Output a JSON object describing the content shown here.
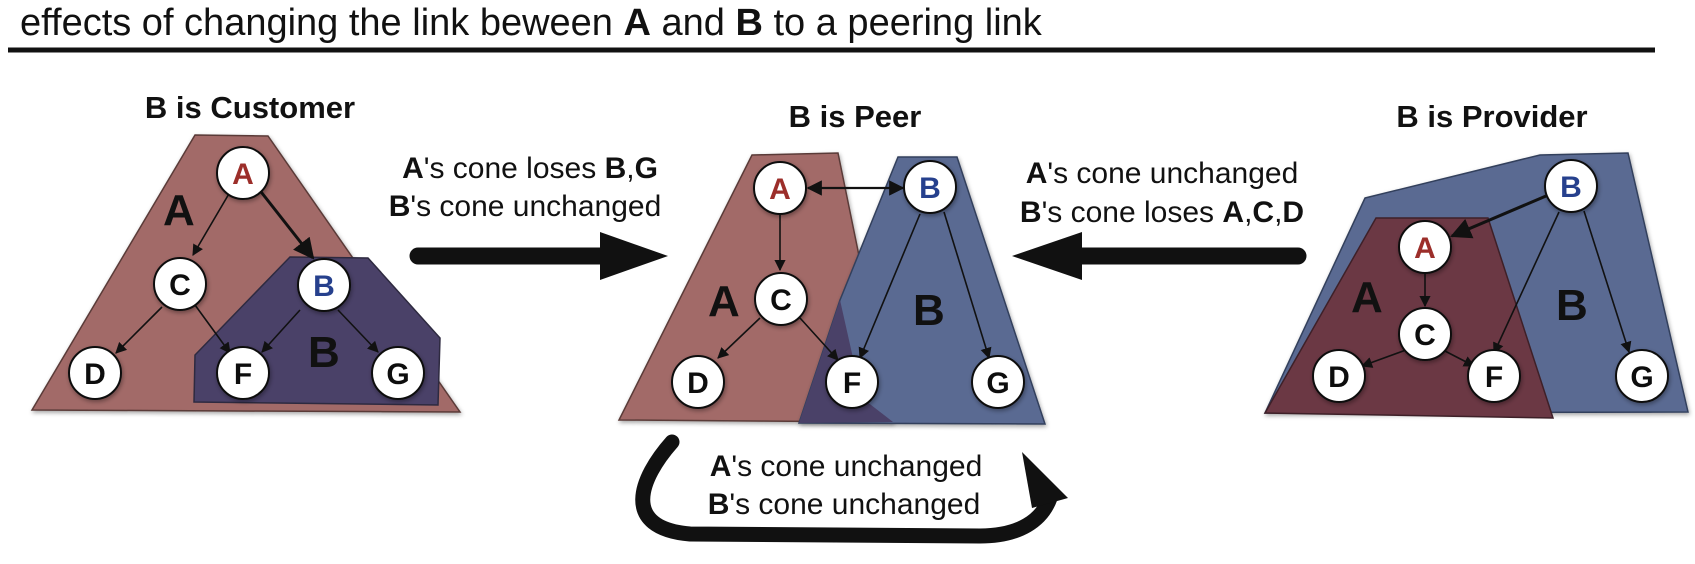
{
  "title": {
    "pre": "effects of changing the link beween ",
    "a": "A",
    "mid": " and ",
    "b": "B",
    "post": " to a peering link"
  },
  "nodes": {
    "A": "A",
    "B": "B",
    "C": "C",
    "D": "D",
    "F": "F",
    "G": "G"
  },
  "panels": {
    "customer": {
      "heading": "B is Customer",
      "region_a": "A",
      "region_b": "B"
    },
    "peer": {
      "heading": "B is Peer",
      "region_a": "A",
      "region_b": "B"
    },
    "provider": {
      "heading": "B is Provider",
      "region_a": "A",
      "region_b": "B"
    }
  },
  "transitions": {
    "customer_to_peer": {
      "line1": {
        "bold1": "A",
        "rest1": "'s cone loses ",
        "bold2": "B",
        "sep": ",",
        "bold3": "G"
      },
      "line2": {
        "bold1": "B",
        "rest1": "'s cone unchanged"
      }
    },
    "provider_to_peer": {
      "line1": {
        "bold1": "A",
        "rest1": "'s cone unchanged"
      },
      "line2": {
        "bold1": "B",
        "rest1": "'s cone loses ",
        "bold2": "A",
        "sep1": ",",
        "bold3": "C",
        "sep2": ",",
        "bold4": "D"
      }
    },
    "peer_to_peer": {
      "line1": {
        "bold1": "A",
        "rest1": "'s cone unchanged"
      },
      "line2": {
        "bold1": "B",
        "rest1": "'s cone unchanged"
      }
    }
  },
  "colors": {
    "cone_a": "#a26a67",
    "cone_a_dark": "#6b3844",
    "cone_b": "#5a6a92",
    "cone_b_dark": "#4a4168",
    "label_a": "#9c2f2b",
    "label_b": "#26418d"
  }
}
